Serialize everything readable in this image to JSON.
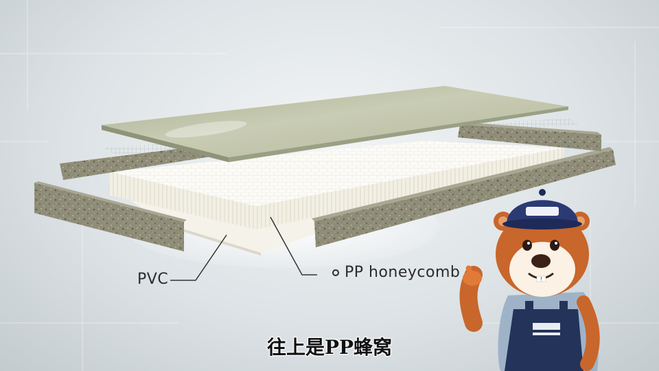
{
  "labels": {
    "pvc": "PVC",
    "pp_honeycomb": "PP honeycomb"
  },
  "subtitle": "往上是PP蜂窝",
  "colors": {
    "background": "#dde3e6",
    "top_sheet": "#bfc3a8",
    "honeycomb": "#f8f7f1",
    "side_strip": "#8c8a76",
    "pvc_sheet": "#f4f1ea",
    "mascot_fur": "#c8662b",
    "mascot_overalls": "#23335a",
    "mascot_cap": "#2c3a74"
  },
  "mascot": {
    "character": "beaver-worker",
    "gesture": "pointing-up"
  }
}
